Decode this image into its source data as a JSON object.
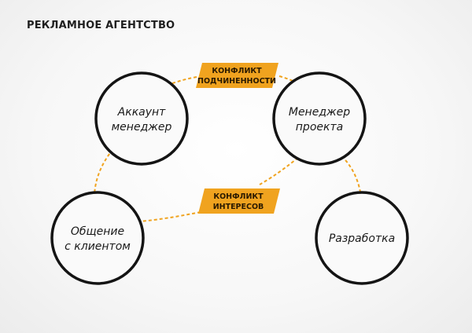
{
  "title": "РЕКЛАМНОЕ АГЕНТСТВО",
  "colors": {
    "accent": "#f0a31f",
    "node_stroke": "#141414",
    "node_fill": "#fafafa"
  },
  "nodes": {
    "account_manager": {
      "line1": "Аккаунт",
      "line2": "менеджер"
    },
    "project_manager": {
      "line1": "Менеджер",
      "line2": "проекта"
    },
    "client_communication": {
      "line1": "Общение",
      "line2": "с клиентом"
    },
    "development": {
      "line1": "Разработка"
    }
  },
  "badges": {
    "subordination_conflict": {
      "line1": "КОНФЛИКТ",
      "line2": "ПОДЧИНЕННОСТИ"
    },
    "interest_conflict": {
      "line1": "КОНФЛИКТ",
      "line2": "ИНТЕРЕСОВ"
    }
  }
}
